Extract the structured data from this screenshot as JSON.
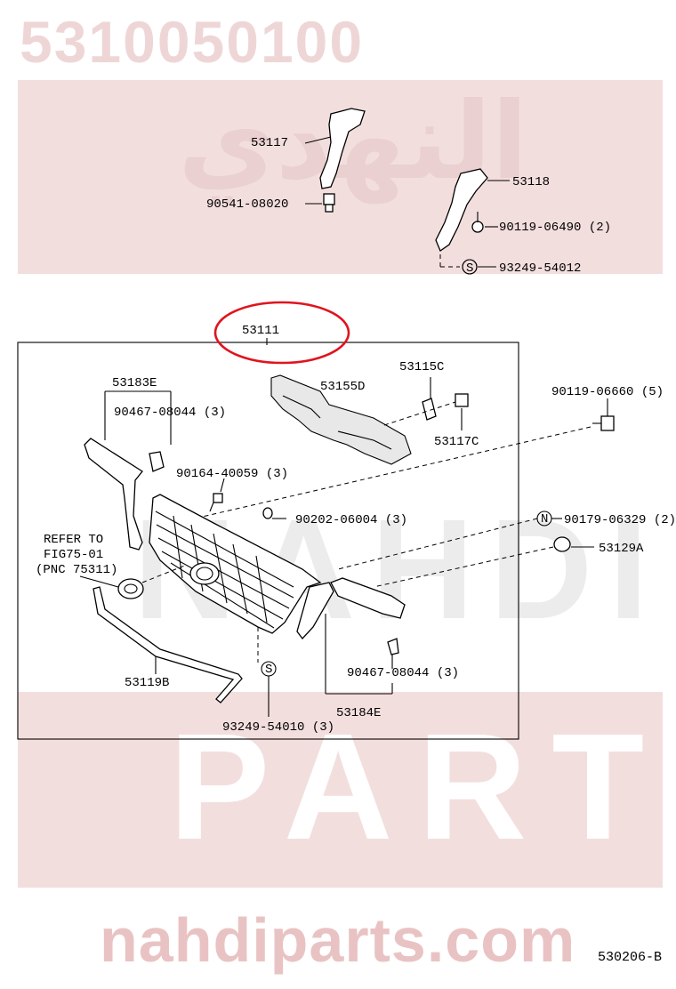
{
  "header": {
    "part_number": "5310050100"
  },
  "watermark": {
    "arabic": "النهدي",
    "word1": "NAHDI",
    "word2": "PARTS"
  },
  "footer": {
    "site": "nahdiparts.com",
    "doc_ref": "530206-B"
  },
  "colors": {
    "highlight": "#e0141e",
    "watermark": "#efd6d6",
    "site_text": "#e9c3c3"
  },
  "labels": {
    "p53117": "53117",
    "p90541": "90541-08020",
    "p53118": "53118",
    "p90119_a": "90119-06490 (2)",
    "p93249_a": "93249-54012",
    "p53111": "53111",
    "p53183e": "53183E",
    "p90467_a": "90467-08044 (3)",
    "p53155d": "53155D",
    "p53115c": "53115C",
    "p53117c": "53117C",
    "p90119_b": "90119-06660 (5)",
    "p90164": "90164-40059 (3)",
    "p90202": "90202-06004 (3)",
    "p90179": "90179-06329 (2)",
    "refer1": "REFER TO",
    "refer2": "FIG75-01",
    "refer3": "(PNC 75311)",
    "p53129a": "53129A",
    "p90467_b": "90467-08044 (3)",
    "p53119b": "53119B",
    "p53184e": "53184E",
    "p93249_b": "93249-54010 (3)",
    "s_mark": "S",
    "n_mark": "N"
  }
}
